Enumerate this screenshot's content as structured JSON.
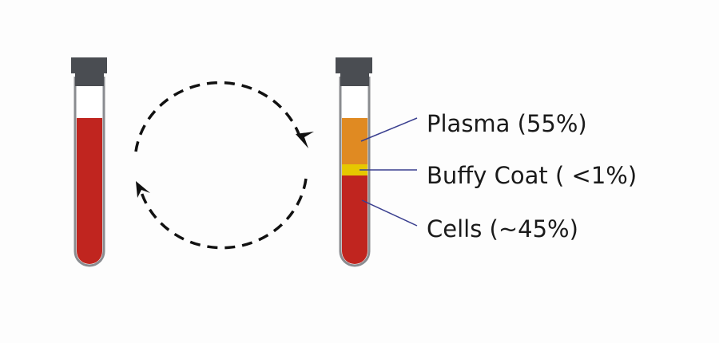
{
  "labels": {
    "plasma": "Plasma (55%)",
    "buffy_coat": "Buffy Coat ( <1%)",
    "cells": "Cells (~45%)"
  },
  "colors": {
    "cap": "#4a4d52",
    "blood": "#c0251f",
    "plasma": "#e08a22",
    "buffy_coat": "#e6c800",
    "tube_wall": "#8a8c90",
    "leader_line": "#3a3f8f",
    "arrow": "#111111"
  },
  "composition_percent": {
    "plasma": 55,
    "buffy_coat": 1,
    "cells": 45
  }
}
